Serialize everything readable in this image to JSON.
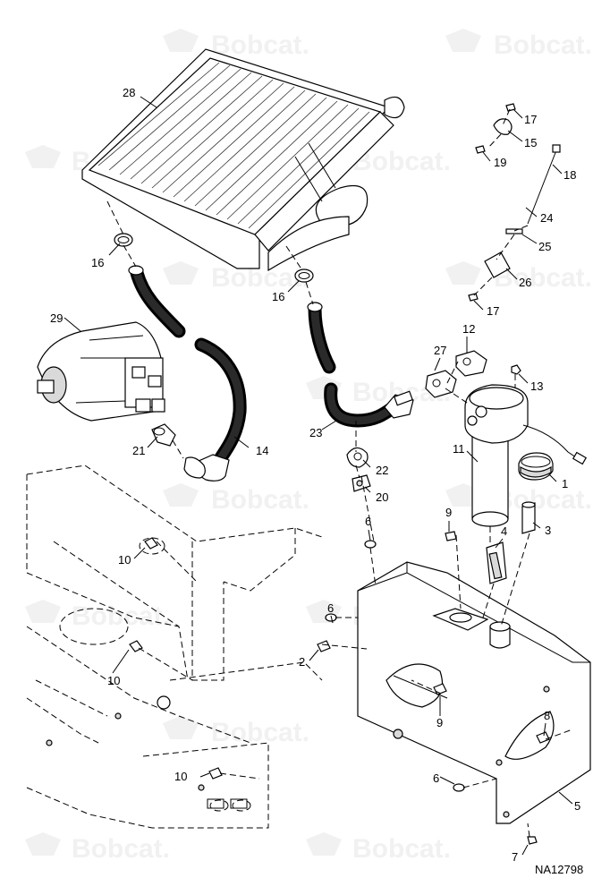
{
  "diagram": {
    "reference_id": "NA12798",
    "watermark_text": "Bobcat.",
    "callouts": {
      "c28": "28",
      "c16a": "16",
      "c16b": "16",
      "c29": "29",
      "c21": "21",
      "c14": "14",
      "c23": "23",
      "c22": "22",
      "c20": "20",
      "c27": "27",
      "c12": "12",
      "c13": "13",
      "c11": "11",
      "c1": "1",
      "c3": "3",
      "c9a": "9",
      "c6a": "6",
      "c4": "4",
      "c10a": "10",
      "c10b": "10",
      "c10c": "10",
      "c6b": "6",
      "c2": "2",
      "c9b": "9",
      "c8": "8",
      "c6c": "6",
      "c5": "5",
      "c7": "7",
      "c17a": "17",
      "c15": "15",
      "c19": "19",
      "c18": "18",
      "c24": "24",
      "c25": "25",
      "c26": "26",
      "c17b": "17"
    }
  }
}
